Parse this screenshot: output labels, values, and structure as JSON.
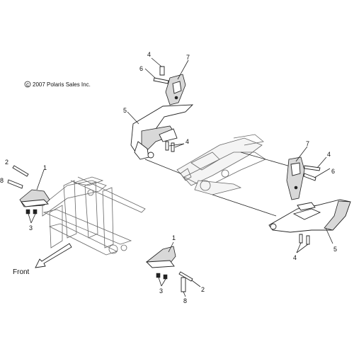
{
  "copyright": "2007 Polaris Sales Inc.",
  "front_label": "Front",
  "callouts": {
    "top_4": "4",
    "top_6": "6",
    "top_7": "7",
    "top_5": "5",
    "top_4b": "4",
    "left_2": "2",
    "left_1": "1",
    "left_8": "8",
    "left_3": "3",
    "right_7": "7",
    "right_4": "4",
    "right_6": "6",
    "right_4b": "4",
    "right_5": "5",
    "bot_1": "1",
    "bot_3": "3",
    "bot_2": "2",
    "bot_8": "8"
  }
}
